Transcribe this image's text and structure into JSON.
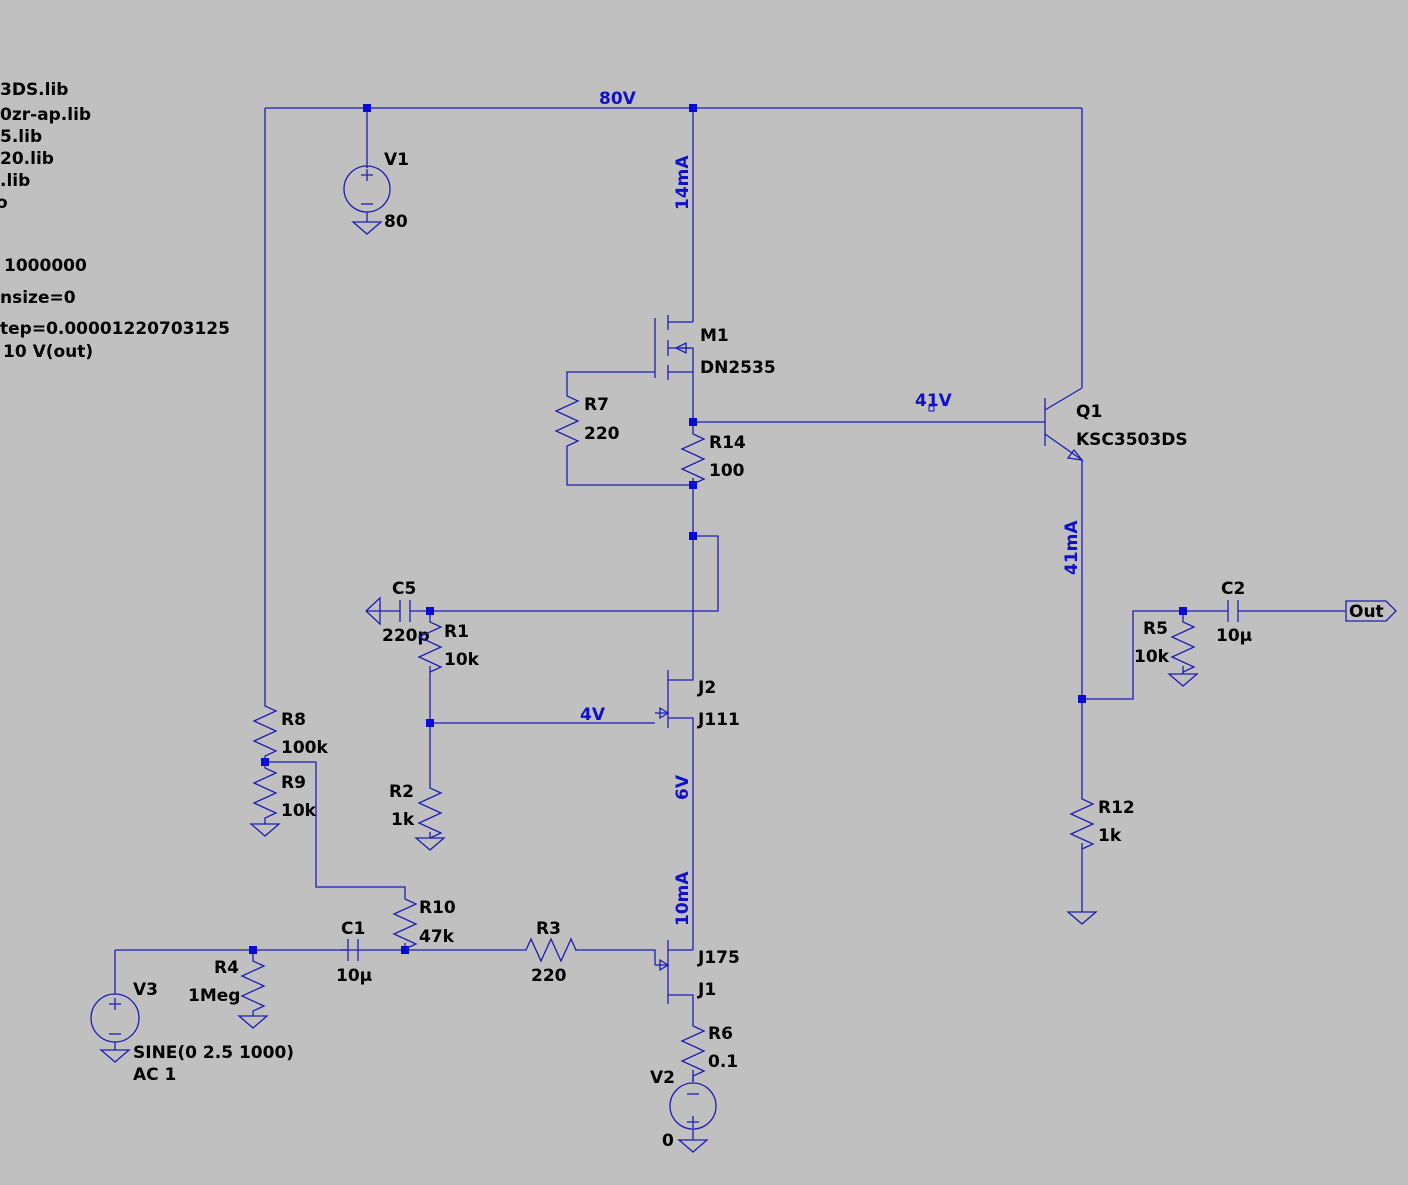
{
  "directives": [
    "3DS.lib",
    "0zr-ap.lib",
    "5.lib",
    "20.lib",
    ".lib",
    "o",
    "1000000",
    "nsize=0",
    "tep=0.00001220703125",
    "10 V(out)"
  ],
  "components": {
    "V1": {
      "name": "V1",
      "value": "80"
    },
    "V2": {
      "name": "V2",
      "value": "0"
    },
    "V3": {
      "name": "V3",
      "value": "SINE(0 2.5 1000)",
      "value2": "AC 1"
    },
    "M1": {
      "name": "M1",
      "value": "DN2535"
    },
    "Q1": {
      "name": "Q1",
      "value": "KSC3503DS"
    },
    "J1": {
      "name": "J1",
      "value": "J175"
    },
    "J2": {
      "name": "J2",
      "value": "J111"
    },
    "R1": {
      "name": "R1",
      "value": "10k"
    },
    "R2": {
      "name": "R2",
      "value": "1k"
    },
    "R3": {
      "name": "R3",
      "value": "220"
    },
    "R4": {
      "name": "R4",
      "value": "1Meg"
    },
    "R5": {
      "name": "R5",
      "value": "10k"
    },
    "R6": {
      "name": "R6",
      "value": "0.1"
    },
    "R7": {
      "name": "R7",
      "value": "220"
    },
    "R8": {
      "name": "R8",
      "value": "100k"
    },
    "R9": {
      "name": "R9",
      "value": "10k"
    },
    "R10": {
      "name": "R10",
      "value": "47k"
    },
    "R12": {
      "name": "R12",
      "value": "1k"
    },
    "R14": {
      "name": "R14",
      "value": "100"
    },
    "C1": {
      "name": "C1",
      "value": "10µ"
    },
    "C2": {
      "name": "C2",
      "value": "10µ"
    },
    "C5": {
      "name": "C5",
      "value": "220p"
    }
  },
  "annotations": {
    "v_rail": "80V",
    "v_gate_q1": "41V",
    "v_j2_gate": "4V",
    "v_j2_source": "6V",
    "i_m1": "14mA",
    "i_q1": "41mA",
    "i_j1": "10mA"
  },
  "port_out": "Out",
  "colors": {
    "background": "#c0c0c0",
    "wire": "#1e1eb4",
    "junction": "#0a0ad8",
    "annotation": "#1010c8"
  }
}
